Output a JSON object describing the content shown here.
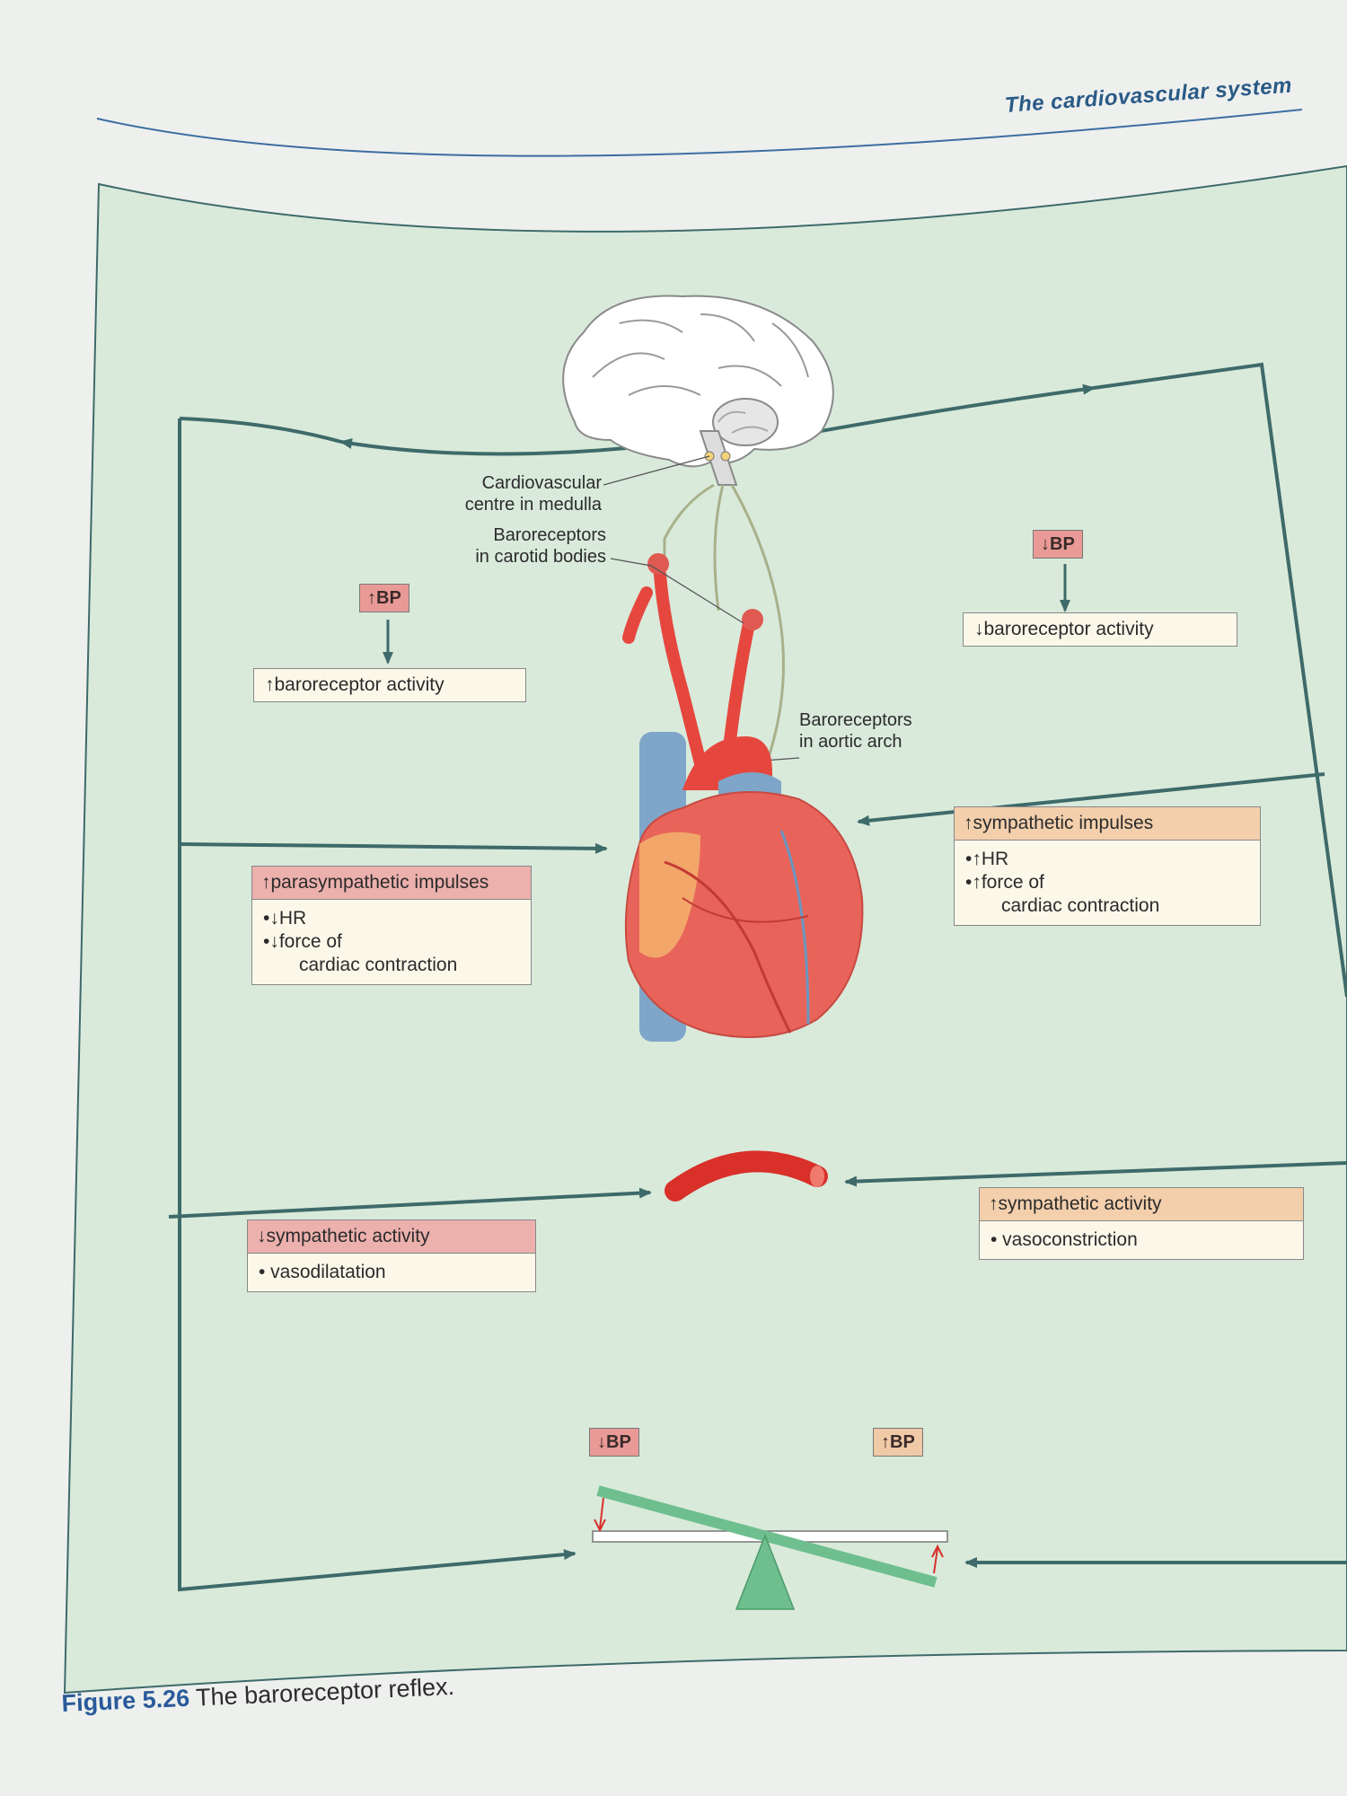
{
  "page": {
    "running_head": "The cardiovascular system",
    "caption_number": "Figure 5.26",
    "caption_text": "The baroreceptor reflex."
  },
  "labels": {
    "cv_centre_line1": "Cardiovascular",
    "cv_centre_line2": "centre in medulla",
    "carotid_line1": "Baroreceptors",
    "carotid_line2": "in carotid bodies",
    "aortic_line1": "Baroreceptors",
    "aortic_line2": "in aortic arch"
  },
  "left_side": {
    "bp_tag": "↑BP",
    "baroreceptor": "↑baroreceptor activity",
    "parasympathetic": {
      "title": "↑parasympathetic impulses",
      "items": [
        "•↓HR",
        "•↓force of",
        "cardiac contraction"
      ]
    },
    "sympathetic": {
      "title": "↓sympathetic activity",
      "items": [
        "• vasodilatation"
      ]
    }
  },
  "right_side": {
    "bp_tag": "↓BP",
    "baroreceptor": "↓baroreceptor activity",
    "sympathetic_impulses": {
      "title": "↑sympathetic impulses",
      "items": [
        "•↑HR",
        "•↑force of",
        "cardiac contraction"
      ]
    },
    "sympathetic_activity": {
      "title": "↑sympathetic activity",
      "items": [
        "• vasoconstriction"
      ]
    }
  },
  "balance": {
    "left_tag": "↓BP",
    "right_tag": "↑BP"
  },
  "colors": {
    "panel": "#d9eadb",
    "flow_line": "#3e6a6a",
    "artery": "#e5473f",
    "vein": "#7fa5c9",
    "pink_tag": "#e99a96",
    "tan_tag": "#f0c9a6",
    "seesaw": "#6fbf8e"
  },
  "icons": [
    "brain-icon",
    "heart-icon",
    "blood-vessel-icon",
    "seesaw-icon"
  ]
}
